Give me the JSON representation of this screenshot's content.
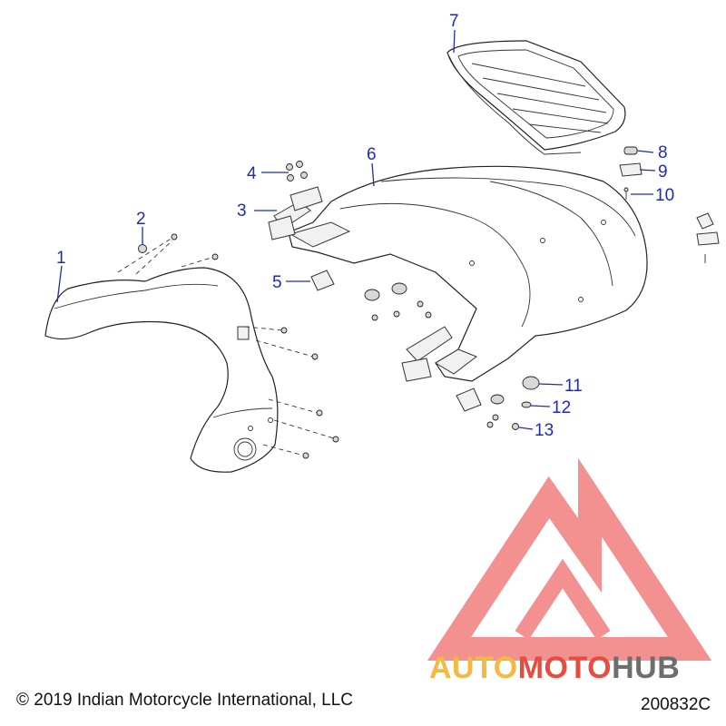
{
  "diagram": {
    "callouts": [
      "1",
      "2",
      "3",
      "4",
      "5",
      "6",
      "7",
      "8",
      "9",
      "10",
      "11",
      "12",
      "13"
    ]
  },
  "footer": {
    "copyright": "© 2019 Indian Motorcycle International, LLC",
    "drawing_number": "200832C"
  },
  "watermark": {
    "part_a": "AUTO",
    "part_b": "MOTO",
    "part_c": "HUB",
    "colors": {
      "a": "#f5b942",
      "b": "#e74c3c",
      "c": "#6e6e6e",
      "logo": "#ef6b6b"
    }
  }
}
